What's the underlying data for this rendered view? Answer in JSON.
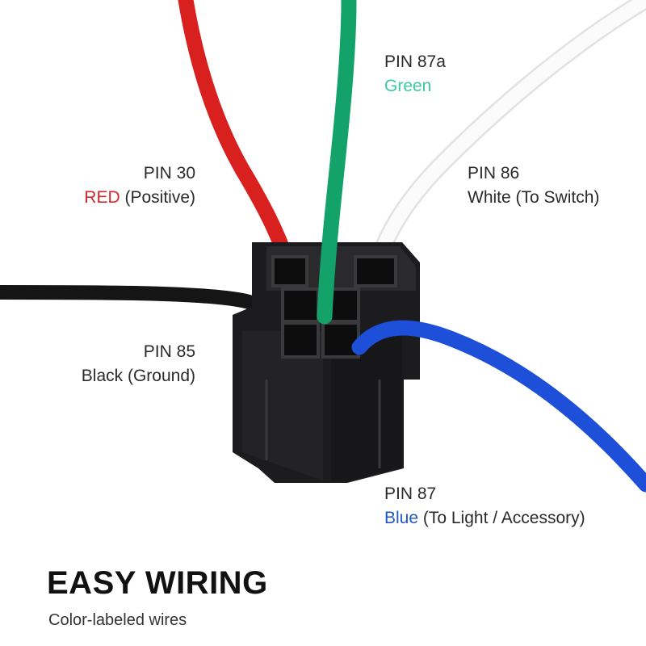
{
  "pins": {
    "pin87a": {
      "title": "PIN 87a",
      "color_word": "Green",
      "desc": ""
    },
    "pin30": {
      "title": "PIN 30",
      "color_word": "RED",
      "desc": " (Positive)"
    },
    "pin86": {
      "title": "PIN 86",
      "color_word": "",
      "desc": "White (To Switch)"
    },
    "pin85": {
      "title": "PIN 85",
      "color_word": "",
      "desc": "Black (Ground)"
    },
    "pin87": {
      "title": "PIN 87",
      "color_word": "Blue",
      "desc": " (To Light / Accessory)"
    }
  },
  "heading": {
    "title": "EASY WIRING",
    "subtitle": "Color-labeled wires"
  },
  "colors": {
    "red_wire": "#d8211f",
    "green_wire": "#13a36a",
    "white_wire": "#f6f6f6",
    "black_wire": "#151515",
    "blue_wire": "#1d4fd8",
    "socket": "#1c1c1e",
    "red_text": "#d6262c",
    "green_text": "#3cc9a4",
    "blue_text": "#1f56c8"
  }
}
